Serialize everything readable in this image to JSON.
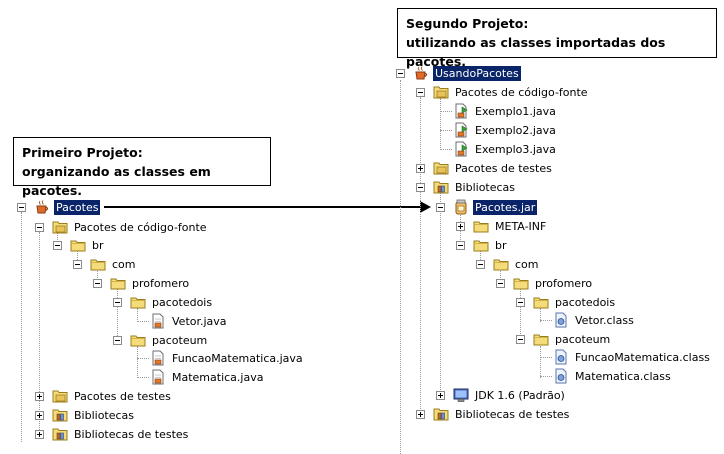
{
  "callout_left": {
    "line1": "Primeiro Projeto:",
    "line2": "organizando as classes em pacotes."
  },
  "callout_right": {
    "line1": "Segundo Projeto:",
    "line2": "utilizando as classes importadas dos pacotes."
  },
  "left_tree": {
    "project": "Pacotes",
    "source_packages": "Pacotes de código-fonte",
    "pkg_br": "br",
    "pkg_com": "com",
    "pkg_profomero": "profomero",
    "pkg_pacotedois": "pacotedois",
    "file_vetor": "Vetor.java",
    "pkg_pacoteum": "pacoteum",
    "file_funcao": "FuncaoMatematica.java",
    "file_matematica": "Matematica.java",
    "test_packages": "Pacotes de testes",
    "libraries": "Bibliotecas",
    "test_libraries": "Bibliotecas de testes"
  },
  "right_tree": {
    "project": "UsandoPacotes",
    "source_packages": "Pacotes de código-fonte",
    "file_exemplo1": "Exemplo1.java",
    "file_exemplo2": "Exemplo2.java",
    "file_exemplo3": "Exemplo3.java",
    "test_packages": "Pacotes de testes",
    "libraries": "Bibliotecas",
    "jar": "Pacotes.jar",
    "meta_inf": "META-INF",
    "pkg_br": "br",
    "pkg_com": "com",
    "pkg_profomero": "profomero",
    "pkg_pacotedois": "pacotedois",
    "file_vetor": "Vetor.class",
    "pkg_pacoteum": "pacoteum",
    "file_funcao": "FuncaoMatematica.class",
    "file_matematica": "Matematica.class",
    "jdk": "JDK 1.6 (Padrão)",
    "test_libraries": "Bibliotecas de testes"
  },
  "colors": {
    "selection": "#0a246a",
    "folder": "#f2d36b",
    "tree_line": "#9a9a9a"
  }
}
